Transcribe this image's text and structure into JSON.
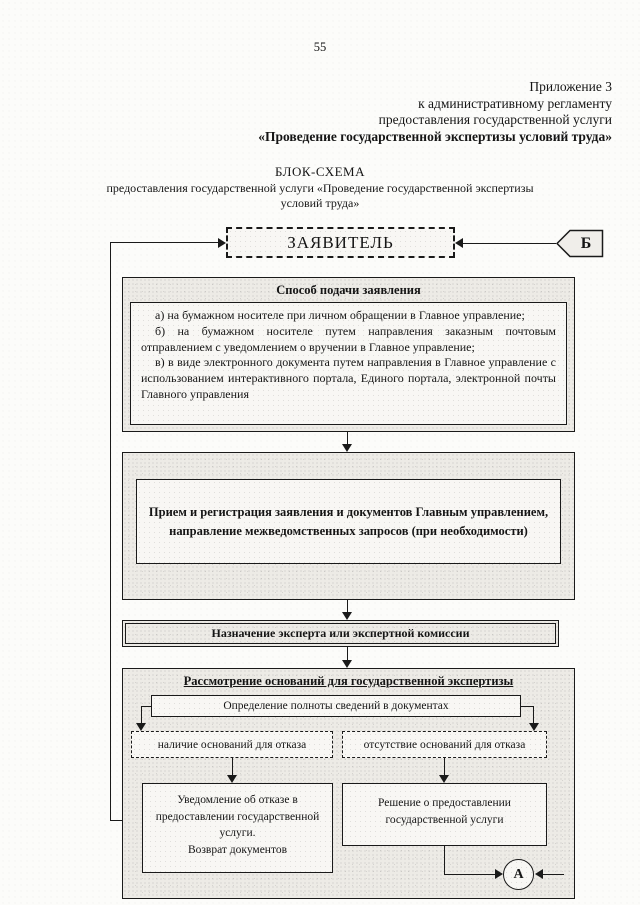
{
  "page": {
    "number": "55",
    "annex_lines": [
      "Приложение 3",
      "к административному регламенту",
      "предоставления государственной услуги",
      "«Проведение государственной экспертизы условий труда»"
    ],
    "title": "БЛОК-СХЕМА",
    "subtitle": "предоставления государственной услуги «Проведение государственной экспертизы\nусловий труда»"
  },
  "flowchart": {
    "applicant_label": "ЗАЯВИТЕЛЬ",
    "connector_b_label": "Б",
    "connector_a_label": "А",
    "submission": {
      "header": "Способ подачи заявления",
      "items": [
        "а) на бумажном носителе при личном обращении в Главное управление;",
        "б) на бумажном носителе путем направления заказным почтовым отправлением с уведомлением о вручении в Главное управление;",
        "в) в виде электронного документа путем направления в Главное управление с использованием интерактивного портала, Единого портала, электронной почты Главного управления"
      ]
    },
    "reception": "Прием и регистрация заявления и документов Главным управлением,\nнаправление межведомственных запросов (при необходимости)",
    "expert_assignment": "Назначение эксперта или экспертной комиссии",
    "review": {
      "title": "Рассмотрение оснований для государственной экспертизы",
      "completeness": "Определение полноты сведений в документах",
      "refusal_grounds": "наличие оснований для отказа",
      "no_refusal_grounds": "отсутствие оснований для отказа",
      "refusal_result": "Уведомление об отказе в\nпредоставлении государственной\nуслуги.\nВозврат документов",
      "grant_result": "Решение о предоставлении\nгосударственной услуги"
    }
  }
}
